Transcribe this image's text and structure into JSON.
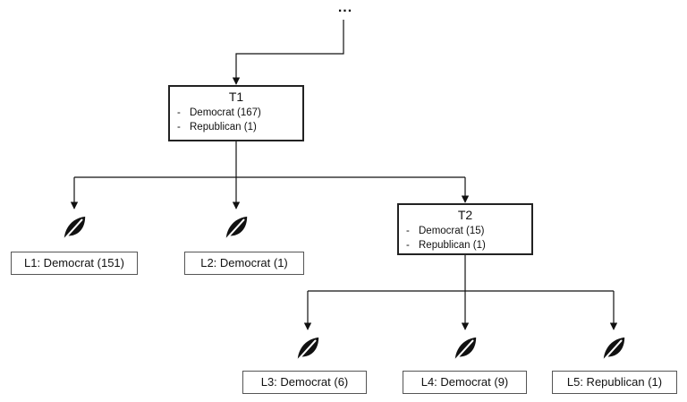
{
  "diagram": {
    "ellipsis": "...",
    "nodes": {
      "t1": {
        "title": "T1",
        "classes": [
          {
            "dash": "-",
            "text": "Democrat (167)"
          },
          {
            "dash": "-",
            "text": "Republican (1)"
          }
        ]
      },
      "t2": {
        "title": "T2",
        "classes": [
          {
            "dash": "-",
            "text": "Democrat (15)"
          },
          {
            "dash": "-",
            "text": "Republican (1)"
          }
        ]
      }
    },
    "leaves": [
      {
        "label": "L1: Democrat (151)",
        "icon": "leaf-icon"
      },
      {
        "label": "L2: Democrat (1)",
        "icon": "leaf-icon"
      },
      {
        "label": "L3: Democrat (6)",
        "icon": "leaf-icon"
      },
      {
        "label": "L4: Democrat (9)",
        "icon": "leaf-icon"
      },
      {
        "label": "L5: Republican (1)",
        "icon": "leaf-icon"
      }
    ],
    "colors": {
      "line": "#111111",
      "leaf": "#111111",
      "box_border": "#222222"
    }
  }
}
